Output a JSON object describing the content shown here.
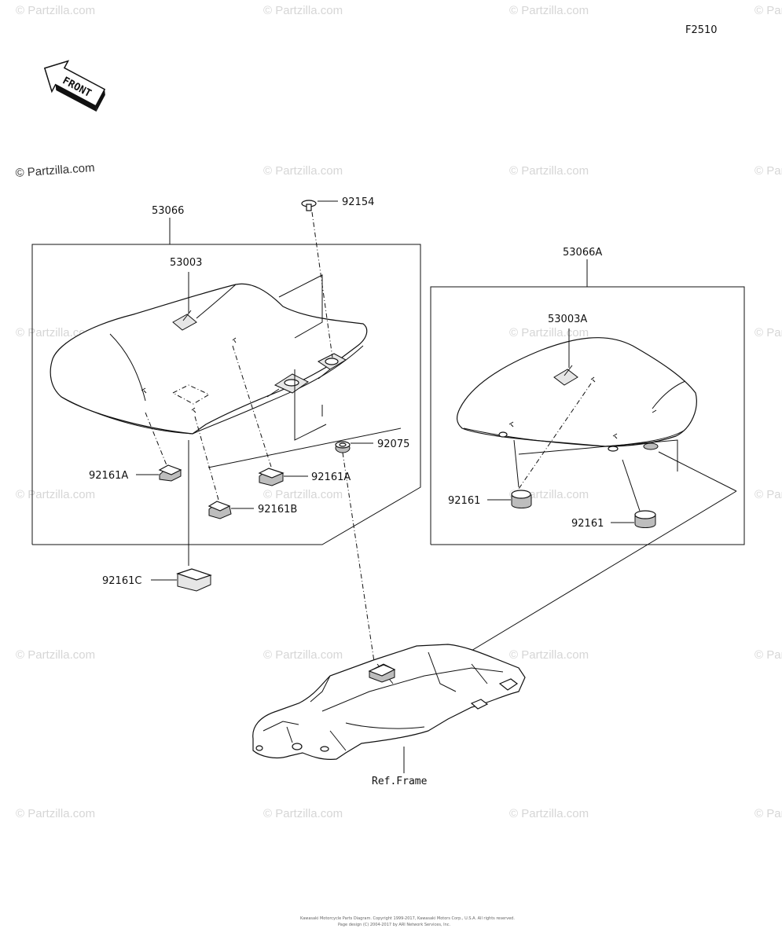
{
  "figure_code": "F2510",
  "front_arrow_text": "FRONT",
  "watermark_text": "© Partzilla.com",
  "labels": {
    "seat_assy": "53066",
    "seat_cover": "53003",
    "screw": "92154",
    "grommet": "92075",
    "damper_a_left": "92161A",
    "damper_a_right": "92161A",
    "damper_b": "92161B",
    "damper_c": "92161C",
    "rear_seat_assy": "53066A",
    "rear_seat_cover": "53003A",
    "damper_1": "92161",
    "damper_2": "92161",
    "frame": "Ref.Frame"
  },
  "copyright_line1": "Kawasaki Motorcycle Parts Diagram. Copyright 1999-2017, Kawasaki Motors Corp., U.S.A. All rights reserved.",
  "copyright_line2": "Page design (C) 2004-2017 by ARI Network Services, Inc."
}
